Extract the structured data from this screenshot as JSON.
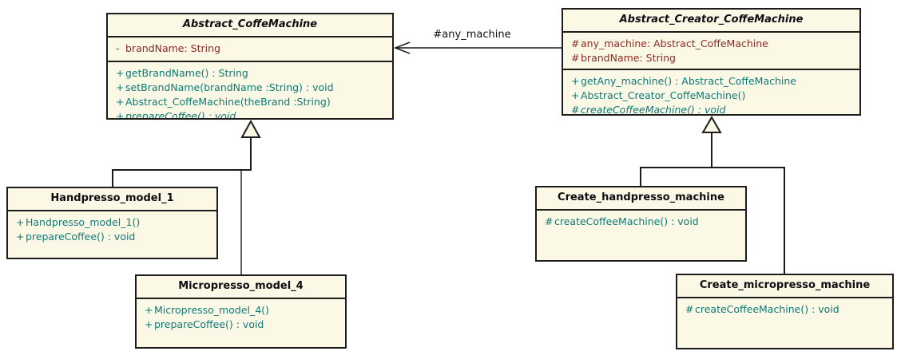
{
  "diagram": {
    "type": "uml-class-diagram",
    "classes": {
      "abstractCoffeMachine": {
        "title": "Abstract_CoffeMachine",
        "stereotype": "abstract",
        "attributes": [
          {
            "vis": "-",
            "text": "brandName: String"
          }
        ],
        "methods": [
          {
            "vis": "+",
            "text": "getBrandName() : String"
          },
          {
            "vis": "+",
            "text": "setBrandName(brandName :String) : void"
          },
          {
            "vis": "+",
            "text": "Abstract_CoffeMachine(theBrand :String)"
          },
          {
            "vis": "+",
            "text": "prepareCoffee() : void",
            "abstract": true
          }
        ]
      },
      "abstractCreatorCoffeMachine": {
        "title": "Abstract_Creator_CoffeMachine",
        "stereotype": "abstract",
        "attributes": [
          {
            "vis": "#",
            "text": "any_machine: Abstract_CoffeMachine"
          },
          {
            "vis": "#",
            "text": "brandName: String"
          }
        ],
        "methods": [
          {
            "vis": "+",
            "text": "getAny_machine() : Abstract_CoffeMachine"
          },
          {
            "vis": "+",
            "text": "Abstract_Creator_CoffeMachine()"
          },
          {
            "vis": "#",
            "text": "createCoffeeMachine() : void",
            "abstract": true
          }
        ]
      },
      "handpressoModel1": {
        "title": "Handpresso_model_1",
        "methods": [
          {
            "vis": "+",
            "text": "Handpresso_model_1()"
          },
          {
            "vis": "+",
            "text": "prepareCoffee() : void"
          }
        ]
      },
      "micropressoModel4": {
        "title": "Micropresso_model_4",
        "methods": [
          {
            "vis": "+",
            "text": "Micropresso_model_4()"
          },
          {
            "vis": "+",
            "text": "prepareCoffee() : void"
          }
        ]
      },
      "createHandpressoMachine": {
        "title": "Create_handpresso_machine",
        "methods": [
          {
            "vis": "#",
            "text": "createCoffeeMachine() : void"
          }
        ]
      },
      "createMicropressoMachine": {
        "title": "Create_micropresso_machine",
        "methods": [
          {
            "vis": "#",
            "text": "createCoffeeMachine() : void"
          }
        ]
      }
    },
    "relationships": {
      "association_label": "#any_machine",
      "association": "Abstract_Creator_CoffeMachine -> Abstract_CoffeMachine",
      "generalizations": [
        "Handpresso_model_1 -|> Abstract_CoffeMachine",
        "Micropresso_model_4 -|> Abstract_CoffeMachine",
        "Create_handpresso_machine -|> Abstract_Creator_CoffeMachine",
        "Create_micropresso_machine -|> Abstract_Creator_CoffeMachine"
      ]
    },
    "colors": {
      "box_fill": "#fcf8e6",
      "border": "#1c1c1c",
      "title_text": "#0d0d12",
      "attribute_text": "#8e2a26",
      "method_text": "#0e7a76",
      "label_text": "#111111"
    }
  }
}
